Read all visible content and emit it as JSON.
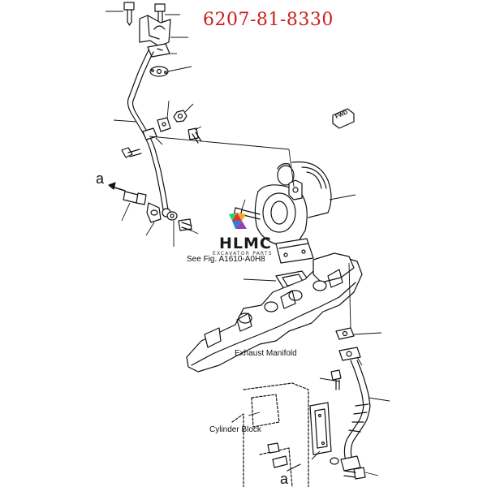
{
  "part_number": "6207-81-8330",
  "labels": {
    "see_fig": "See Fig. A1610-A0H8",
    "exhaust_manifold": "Exhaust Manifold",
    "cylinder_block": "Cylinder Block",
    "ref_top": "a",
    "ref_bottom": "a",
    "fwd": "FWD"
  },
  "logo": {
    "name": "HLMC",
    "tagline": "EXCAVATOR PARTS"
  },
  "colors": {
    "part_number": "#cc1f1f",
    "line": "#111111"
  }
}
